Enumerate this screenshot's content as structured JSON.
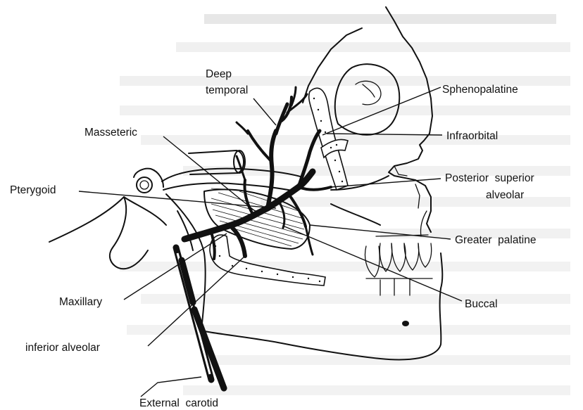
{
  "labels": {
    "deep_temporal_line1": "Deep",
    "deep_temporal_line2": "temporal",
    "masseteric": "Masseteric",
    "pterygoid": "Pterygoid",
    "maxillary": "Maxillary",
    "inferior_alveolar": "inferior   alveolar",
    "external_carotid": "External  carotid",
    "sphenopalatine": "Sphenopalatine",
    "infraorbital": "Infraorbital",
    "posterior_superior_line1": "Posterior  superior",
    "posterior_superior_line2": "alveolar",
    "greater_palatine": "Greater  palatine",
    "buccal": "Buccal"
  },
  "colors": {
    "ink": "#111111",
    "background": "#ffffff",
    "bleed_through": "#d4d4d4"
  }
}
